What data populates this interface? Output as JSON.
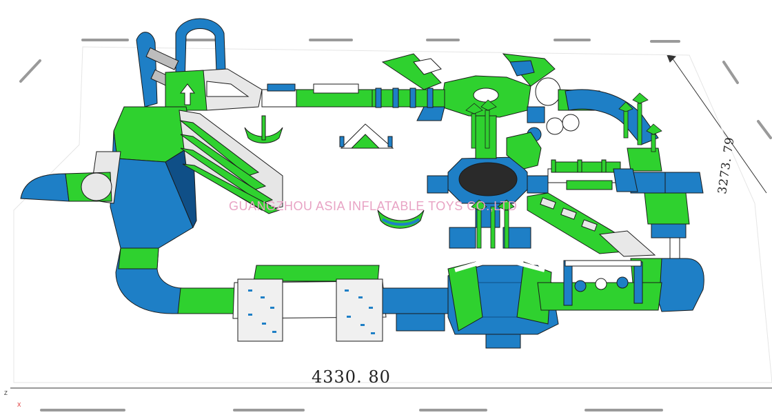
{
  "dimensions": {
    "width_label": "4330. 80",
    "depth_label": "3273. 79"
  },
  "watermark": "GUANGZHOU ASIA INFLATABLE TOYS CO.,LTD",
  "axis_indicator": {
    "y": "Z",
    "x": "X"
  },
  "colors": {
    "green": "#2fd12f",
    "blue": "#1e7fc6",
    "dark_blue": "#0f4f87",
    "white": "#f2f2f2",
    "gray": "#bdbdbd",
    "outline": "#1a1a1a"
  }
}
